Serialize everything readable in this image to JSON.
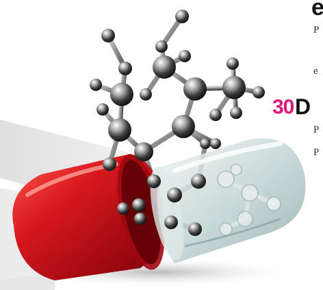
{
  "text": {
    "heading_top": "e",
    "line_1": "P",
    "line_2": "e",
    "section_number": "30",
    "section_heading": "D",
    "line_3": "P",
    "line_4": "P"
  },
  "colors": {
    "capsule_red": "#c8141e",
    "capsule_glass": "#c8d8d8",
    "section_number": "#e0157a",
    "atom_chrome": "#6a6a6a"
  }
}
